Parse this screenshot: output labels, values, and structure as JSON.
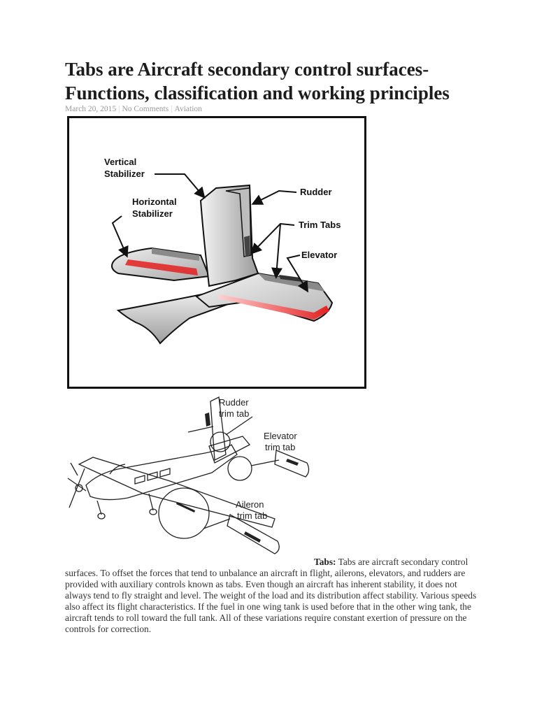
{
  "article": {
    "title": "Tabs are Aircraft secondary control surfaces- Functions, classification and working principles",
    "meta": {
      "date": "March 20, 2015",
      "comments": "No Comments",
      "category": "Aviation"
    },
    "figure1": {
      "labels": {
        "vertical_stabilizer_1": "Vertical",
        "vertical_stabilizer_2": "Stabilizer",
        "horizontal_stabilizer_1": "Horizontal",
        "horizontal_stabilizer_2": "Stabilizer",
        "rudder": "Rudder",
        "trim_tabs": "Trim Tabs",
        "elevator": "Elevator"
      }
    },
    "figure2": {
      "labels": {
        "rudder_1": "Rudder",
        "rudder_2": "trim tab",
        "elevator_1": "Elevator",
        "elevator_2": "trim tab",
        "aileron_1": "Aileron",
        "aileron_2": "trim tab"
      }
    },
    "body": {
      "lead": "Tabs:",
      "text": " Tabs are aircraft secondary control surfaces. To offset the forces that tend to unbalance an aircraft in flight, ailerons, elevators, and rudders are provided with auxiliary controls known as tabs. Even though an aircraft has inherent stability, it does not always tend to fly straight and level. The weight of the load and its distribution affect stability. Various speeds also affect its flight characteristics. If the fuel in one wing tank is used before that in the other wing tank, the aircraft tends to roll toward the full tank. All of these variations require constant exertion of pressure on the controls for correction."
    }
  }
}
